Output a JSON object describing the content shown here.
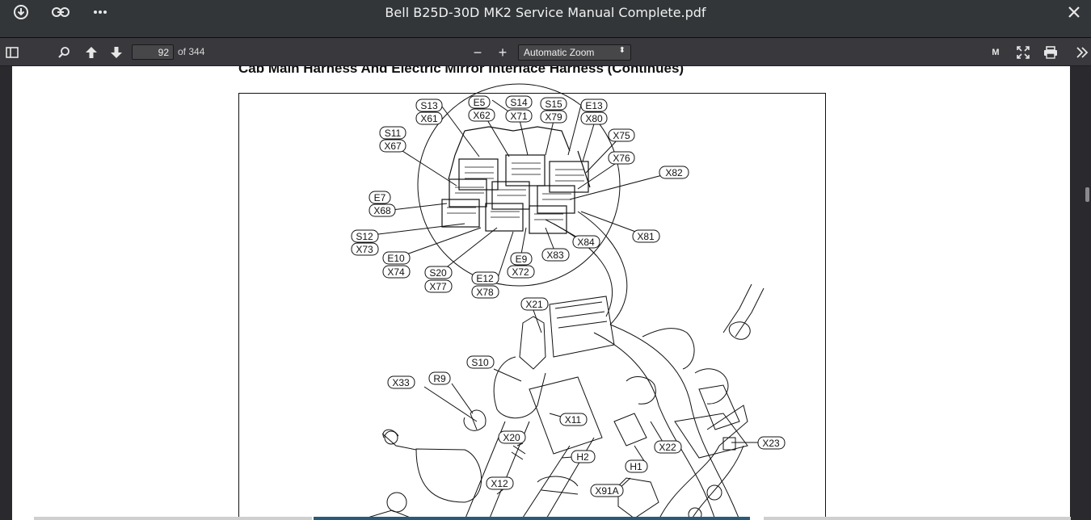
{
  "window": {
    "title": "Bell B25D-30D MK2 Service Manual Complete.pdf"
  },
  "icons": {
    "download": "download-icon",
    "link": "link-icon",
    "more": "more-icon",
    "close": "close-icon",
    "sidebar": "sidebar-toggle-icon",
    "search": "search-icon",
    "prev": "arrow-up-icon",
    "next": "arrow-down-icon",
    "zoom_out": "minus-icon",
    "zoom_in": "plus-icon",
    "presentation": "presentation-icon",
    "fullscreen": "fullscreen-icon",
    "print": "print-icon",
    "tools": "double-chevron-icon"
  },
  "toolbar": {
    "page_value": "92",
    "page_count": "of 344",
    "zoom_out": "−",
    "zoom_in": "+",
    "zoom_label": "Automatic Zoom",
    "zoom_arrow": "⬍",
    "presentation_label": "M"
  },
  "document": {
    "heading": "Cab Main Harness And Electric Mirror Interface Harness (Continues)",
    "callouts": {
      "s13": "S13",
      "x61": "X61",
      "e5": "E5",
      "x62": "X62",
      "s14": "S14",
      "x71": "X71",
      "s15": "S15",
      "x79": "X79",
      "e13": "E13",
      "x80": "X80",
      "s11": "S11",
      "x67": "X67",
      "x75": "X75",
      "x76": "X76",
      "x82": "X82",
      "e7": "E7",
      "x68": "X68",
      "x81": "X81",
      "s12": "S12",
      "x73": "X73",
      "x84": "X84",
      "e10": "E10",
      "x74": "X74",
      "x83": "X83",
      "e9": "E9",
      "x72": "X72",
      "s20": "S20",
      "x77": "X77",
      "e12": "E12",
      "x78": "X78",
      "x21": "X21",
      "s10": "S10",
      "x33": "X33",
      "r9": "R9",
      "x11": "X11",
      "x20": "X20",
      "h2": "H2",
      "x22": "X22",
      "x23": "X23",
      "h1": "H1",
      "x12": "X12",
      "x91a": "X91A"
    }
  },
  "colors": {
    "titlebar": "#323639",
    "toolbar": "#38383d",
    "viewer_bg": "#2a2a2e",
    "page": "#ffffff",
    "ink": "#111111"
  }
}
